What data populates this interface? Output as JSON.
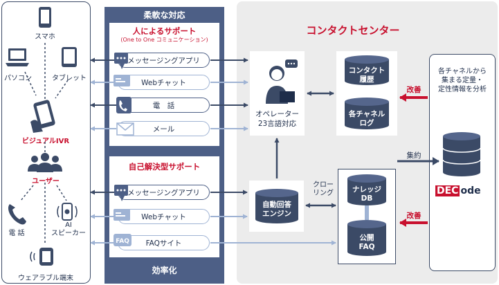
{
  "left_panel": {
    "smartphone": "スマホ",
    "pc": "パソコン",
    "tablet": "タブレット",
    "visual_ivr": "ビジュアルIVR",
    "users": "ユーザー",
    "phone": "電 話",
    "ai_speaker": "AI\nスピーカー",
    "ai_line1": "AI",
    "ai_line2": "スピーカー",
    "wearable": "ウェアラブル端末"
  },
  "center": {
    "top_banner": "柔軟な対応",
    "human_title": "人によるサポート",
    "human_sub": "(One to One コミュニケーション)",
    "human_items": [
      "メッセージングアプリ",
      "Webチャット",
      "電　話",
      "メール"
    ],
    "self_title": "自己解決型サポート",
    "self_items": [
      "メッセージングアプリ",
      "Webチャット",
      "FAQサイト"
    ],
    "bottom_banner": "効率化"
  },
  "right": {
    "title": "コンタクトセンター",
    "operator_line1": "オペレーター",
    "operator_line2": "23言語対応",
    "contact_history_1": "コンタクト",
    "contact_history_2": "履歴",
    "channel_log_1": "各チャネル",
    "channel_log_2": "ログ",
    "auto_engine_1": "自動回答",
    "auto_engine_2": "エンジン",
    "crawling_1": "クロー",
    "crawling_2": "リング",
    "knowledge_1": "ナレッジ",
    "knowledge_2": "DB",
    "faq_1": "公開",
    "faq_2": "FAQ",
    "improve_top": "改善",
    "improve_bottom": "改善",
    "aggregate": "集約",
    "analysis_1": "各チャネルから",
    "analysis_2": "集まる定量・",
    "analysis_3": "定性情報を分析",
    "decode_a": "DEC",
    "decode_b": "ode"
  },
  "colors": {
    "navy": "#4d5f86",
    "dark": "#1e2d4a",
    "red": "#c8102e",
    "light_arrow": "#9fb3d4"
  }
}
